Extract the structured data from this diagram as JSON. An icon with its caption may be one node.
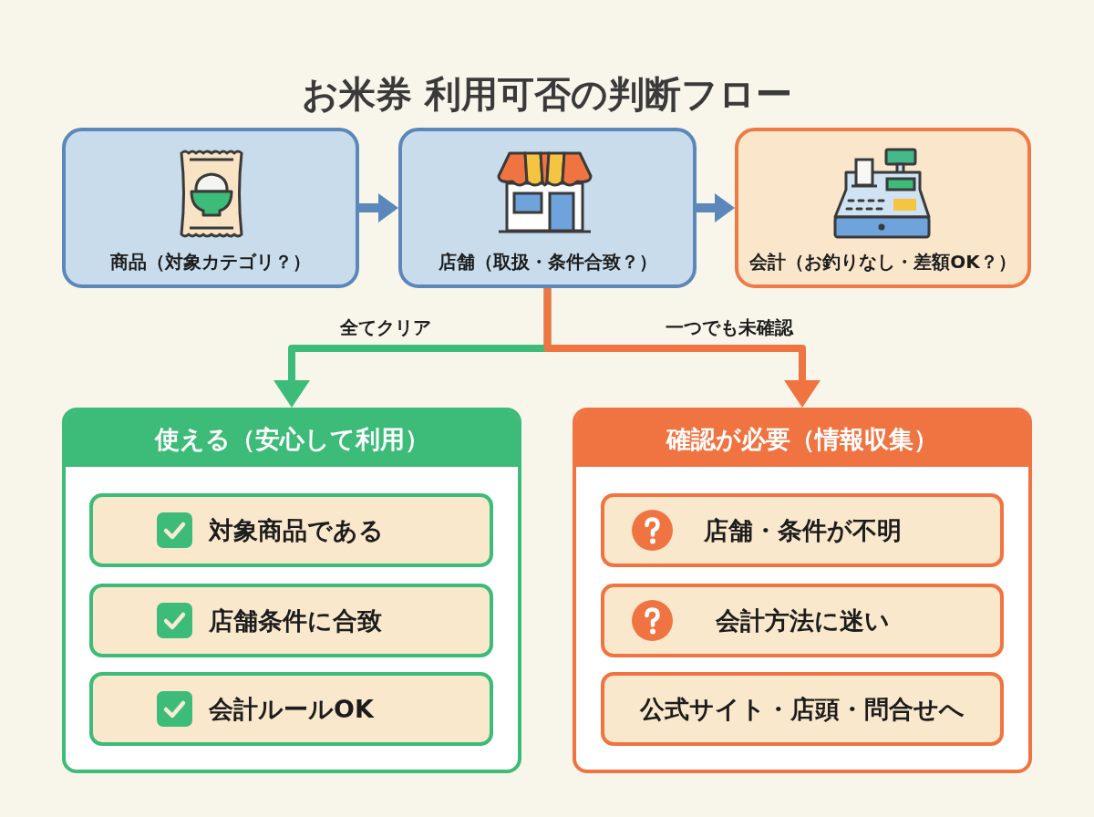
{
  "diagram": {
    "title": "お米券 利用可否の判断フロー",
    "nodes": [
      {
        "text": [
          "商品（対象カテゴリ？）"
        ]
      },
      {
        "text": [
          "店舗（取扱・条件合致？）"
        ]
      },
      {
        "text": [
          "会計（お釣りなし・差額OK？）"
        ]
      },
      {
        "text": [
          "使える（安心して利用）"
        ]
      },
      {
        "text": [
          "対象商品である"
        ],
        "in": 3
      },
      {
        "text": [
          "店舗条件に合致"
        ],
        "in": 3
      },
      {
        "text": [
          "会計ルールOK"
        ],
        "in": 3
      },
      {
        "text": [
          "確認が必要（情報収集）"
        ]
      },
      {
        "text": [
          "店舗・条件が不明"
        ],
        "in": 7
      },
      {
        "text": [
          "会計方法に迷い"
        ],
        "in": 7
      },
      {
        "text": [
          "公式サイト・店頭・問合せへ"
        ],
        "in": 7
      }
    ],
    "edges": [
      {
        "from": 0,
        "to": 1,
        "arrow": "to"
      },
      {
        "from": 1,
        "to": 2,
        "arrow": "to"
      },
      {
        "from": 1,
        "to": 3,
        "arrow": "to",
        "label": "全てクリア",
        "color": "#3dbb78"
      },
      {
        "from": 1,
        "to": 7,
        "arrow": "to",
        "label": "一つでも未確認",
        "color": "#f07442"
      }
    ]
  }
}
